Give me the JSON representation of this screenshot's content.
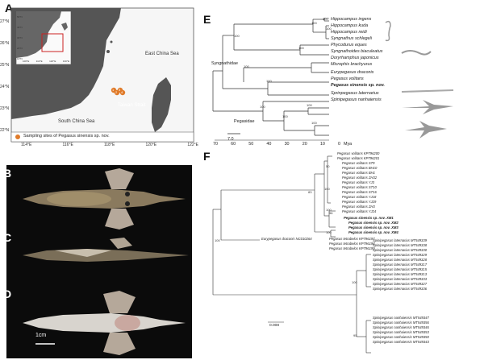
{
  "panels": {
    "a": "A",
    "b": "B",
    "c": "C",
    "d": "D",
    "e": "E",
    "f": "F"
  },
  "map": {
    "lat_labels": [
      "27°N",
      "26°N",
      "25°N",
      "24°N",
      "23°N",
      "22°N"
    ],
    "lon_labels": [
      "114°E",
      "116°E",
      "118°E",
      "120°E",
      "122°E"
    ],
    "inset_lat_labels": [
      "50°N",
      "40°N",
      "30°N",
      "20°N",
      "10°N"
    ],
    "inset_lon_labels": [
      "100°E",
      "110°E",
      "120°E",
      "130°E"
    ],
    "east_china_sea": "East China Sea",
    "south_china_sea": "South China Sea",
    "taiwan_strait": "Taiwan Strait",
    "legend": "Sampling sites of Pegasus sinensis sp. nov.",
    "site_numbers": [
      "1",
      "2",
      "3",
      "4"
    ],
    "colors": {
      "land": "#555555",
      "sea": "#f4f4f4",
      "site": "#e07b2a",
      "inset_box": "#cc2222"
    }
  },
  "scale_bar": "1cm",
  "tree_e": {
    "taxa": [
      "Hippocampus ingens",
      "Hippocampus kuda",
      "Hippocampus reidi",
      "Syngnathus schlegeli",
      "Phycodurus eques",
      "Syngnathoides biaculeatus",
      "Doryrhamphus japonicus",
      "Microphis brachyurus",
      "Eurypegasus draconis",
      "Pegasus volitans",
      "Pegasus sinensis sp. nov.",
      "Sprinpegasus laternarius",
      "Spinipegasus nanhaiensis"
    ],
    "families": [
      "Syngnathidae",
      "Pegasidae"
    ],
    "support": [
      "100",
      "100",
      "100",
      "100",
      "100",
      "100",
      "100",
      "100",
      "100",
      "100",
      "100"
    ],
    "scale_value": "7.0",
    "axis_ticks": [
      "70",
      "60",
      "50",
      "40",
      "30",
      "20",
      "10",
      "0"
    ],
    "axis_unit": "Mya"
  },
  "tree_f": {
    "volitans_taxa": [
      "Pegasus volitans KP796200",
      "Pegasus volitans KP796201",
      "Pegasus volitans ST9",
      "Pegasus volitans BH10",
      "Pegasus volitans BH1",
      "Pegasus volitans ZH32",
      "Pegasus volitans YJ3",
      "Pegasus volitans ST10",
      "Pegasus volitans ST16",
      "Pegasus volitans YJ18",
      "Pegasus volitans YJ29",
      "Pegasus volitans ZH3",
      "Pegasus volitans YJ24"
    ],
    "sinensis_taxa": [
      "Pegasus sinensis sp. nov. XM1",
      "Pegasus sinensis sp. nov. XM2",
      "Pegasus sinensis sp. nov. XM3",
      "Pegasus sinensis sp. nov. XM4"
    ],
    "tetrabelos_taxa": [
      "Pegasus tetrabelos KP796197",
      "Pegasus tetrabelos KP796198",
      "Pegasus tetrabelos KP796199"
    ],
    "outgroup_taxon": "Eurypegasus draconis NC010264",
    "laternarius_taxa": [
      "Spinipegasus laternarius MT549339",
      "Spinipegasus laternarius MT549338",
      "Spinipegasus laternarius MT549330",
      "Spinipegasus laternarius MT549329",
      "Spinipegasus laternarius MT549328",
      "Spinipegasus laternarius MT549317",
      "Spinipegasus laternarius MT549315",
      "Spinipegasus laternarius MT549313",
      "Spinipegasus laternarius MT549333",
      "Spinipegasus laternarius MT549327",
      "Spinipegasus laternarius MT549336"
    ],
    "nanhaiensis_taxa": [
      "Spinipegasus nanhaiensis MT549347",
      "Spinipegasus nanhaiensis MT549356",
      "Spinipegasus nanhaiensis MT549346",
      "Spinipegasus nanhaiensis MT549353",
      "Spinipegasus nanhaiensis MT549350",
      "Spinipegasus nanhaiensis MT549343"
    ],
    "support": {
      "volitans": "100",
      "sinensis": "100",
      "pegasus": "83",
      "tetrabelos": "100",
      "root": "100",
      "nanhaiensis": "95",
      "lat_group": "100",
      "low1": "50",
      "low2": "96"
    },
    "scale_value": "0.008"
  }
}
